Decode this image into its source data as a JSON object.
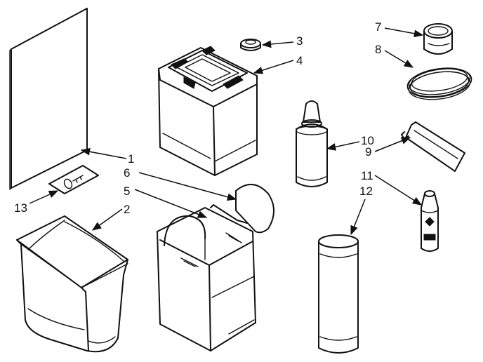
{
  "diagram": {
    "callouts": [
      {
        "id": "1",
        "text": "1"
      },
      {
        "id": "2",
        "text": "2"
      },
      {
        "id": "3",
        "text": "3"
      },
      {
        "id": "4",
        "text": "4"
      },
      {
        "id": "5",
        "text": "5"
      },
      {
        "id": "6",
        "text": "6"
      },
      {
        "id": "7",
        "text": "7"
      },
      {
        "id": "8",
        "text": "8"
      },
      {
        "id": "9",
        "text": "9"
      },
      {
        "id": "10",
        "text": "10"
      },
      {
        "id": "11",
        "text": "11"
      },
      {
        "id": "12",
        "text": "12"
      },
      {
        "id": "13",
        "text": "13"
      }
    ]
  },
  "colors": {
    "ink": "#111111",
    "paper": "#ffffff"
  }
}
